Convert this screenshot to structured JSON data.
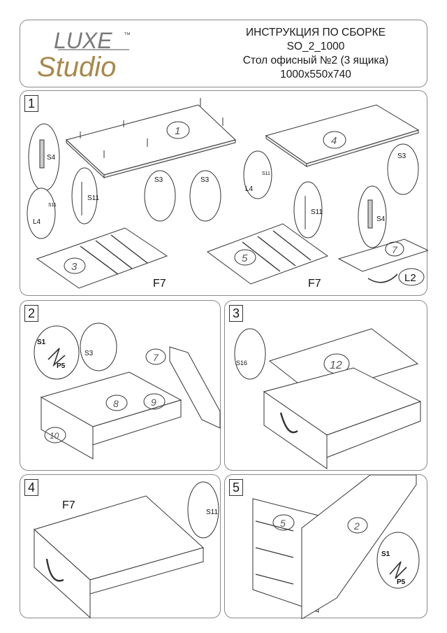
{
  "header": {
    "brand_top": "LUXE",
    "brand_bottom": "Studio",
    "trademark": "™",
    "title_lines": [
      "ИНСТРУКЦИЯ ПО СБОРКЕ",
      "SO_2_1000",
      "Стол офисный №2 (3 ящика)",
      "1000x550x740"
    ]
  },
  "steps": [
    {
      "number": "1",
      "labels": {
        "S4": "S4",
        "S11a": "S11",
        "S11b": "S11",
        "L4a": "L4",
        "S3a": "S3",
        "S3b": "S3",
        "S11c": "S11",
        "L4b": "L4",
        "S11d": "S11",
        "S3c": "S3",
        "S4b": "S4",
        "L2": "L2",
        "F7a": "F7",
        "F7b": "F7"
      },
      "parts": {
        "p1": "1",
        "p3": "3",
        "p4": "4",
        "p5": "5",
        "p7": "7"
      }
    },
    {
      "number": "2",
      "labels": {
        "S1": "S1",
        "P5": "P5",
        "S3": "S3"
      },
      "parts": {
        "p7": "7",
        "p8": "8",
        "p9": "9",
        "p10": "10"
      }
    },
    {
      "number": "3",
      "labels": {
        "S16": "S16"
      },
      "parts": {
        "p12": "12"
      }
    },
    {
      "number": "4",
      "labels": {
        "F7": "F7",
        "S11": "S11"
      },
      "parts": {}
    },
    {
      "number": "5",
      "labels": {
        "S1": "S1",
        "P5": "P5"
      },
      "parts": {
        "p5": "5",
        "p2": "2"
      }
    }
  ],
  "colors": {
    "brand": "#7a7a7a",
    "gold": "#a8884a",
    "line": "#333333"
  }
}
